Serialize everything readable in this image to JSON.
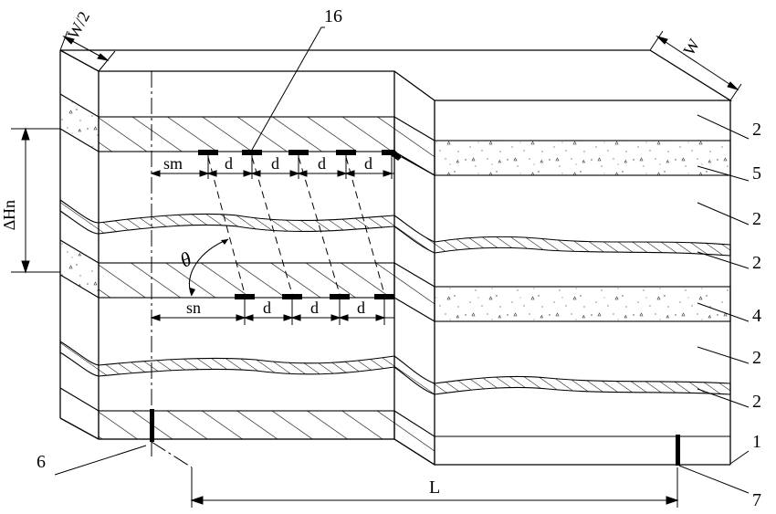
{
  "figure": {
    "dims": {
      "half_width": "W/2",
      "width": "W",
      "layer_height": "∆Hn",
      "length": "L",
      "sm": "sm",
      "sn": "sn",
      "d": "d",
      "theta": "θ"
    },
    "callouts": {
      "c16": "16",
      "c2a": "2",
      "c5": "5",
      "c2b": "2",
      "c2c": "2",
      "c4": "4",
      "c2d": "2",
      "c2e": "2",
      "c1": "1",
      "c6": "6",
      "c7": "7"
    },
    "colors": {
      "line": "#000000",
      "background": "#ffffff"
    }
  }
}
